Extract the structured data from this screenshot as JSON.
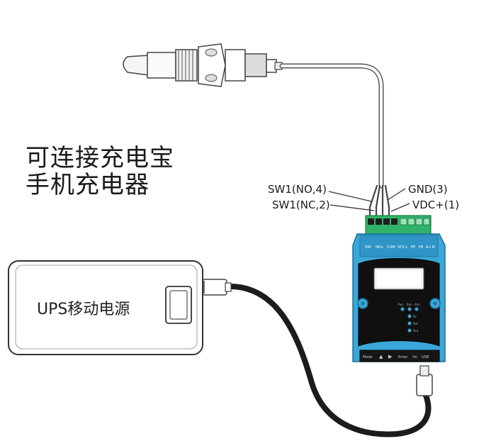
{
  "caption": {
    "line1": "可连接充电宝",
    "line2": "手机充电器"
  },
  "power_bank": {
    "label": "UPS移动电源"
  },
  "pins": {
    "sw1_no": "SW1(NO,4)",
    "sw1_nc": "SW1(NC,2)",
    "gnd": "GND(3)",
    "vdc": "VDC+(1)"
  },
  "controller": {
    "buttons": [
      "Mode",
      "▲",
      "▶",
      "Enter",
      "On",
      "USB"
    ],
    "leds": [
      "Pwr",
      "Run",
      "Alm",
      "Pv",
      "Set",
      "Out"
    ],
    "terminals_left": [
      "SW-",
      "NO+",
      "COM",
      "VCC+"
    ],
    "terminals_right": [
      "PE",
      "PB",
      "A+",
      "B-"
    ]
  },
  "colors": {
    "housing": "#3aa7d8",
    "terminal_green": "#2fb36a",
    "cable": "#1c1c1c",
    "outline": "#333333"
  }
}
